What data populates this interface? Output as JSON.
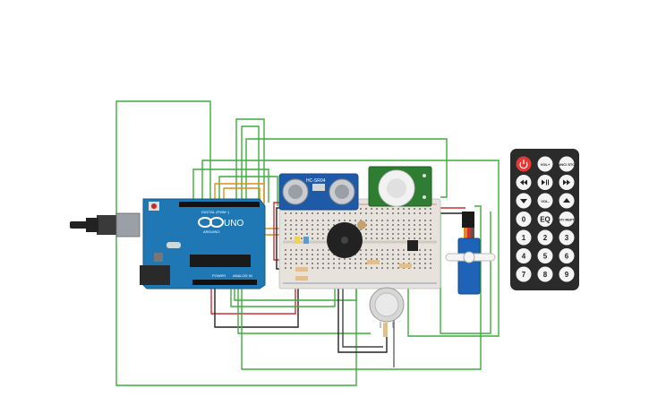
{
  "arduino": {
    "brand": "ARDUINO",
    "model": "UNO",
    "digital_label": "DIGITAL (PWM~)",
    "power_label": "POWER",
    "analog_label": "ANALOG IN"
  },
  "ultrasonic": {
    "label": "HC-SR04"
  },
  "pir": {
    "label": "PIR"
  },
  "remote": {
    "keys": [
      {
        "label": "",
        "icon": "power-icon",
        "color": "#e53935"
      },
      {
        "label": "VOL+"
      },
      {
        "label": "FUNC/ STOP"
      },
      {
        "label": "",
        "icon": "rewind-icon"
      },
      {
        "label": "",
        "icon": "play-pause-icon"
      },
      {
        "label": "",
        "icon": "fast-forward-icon"
      },
      {
        "label": "",
        "icon": "down-arrow-icon"
      },
      {
        "label": "VOL-"
      },
      {
        "label": "",
        "icon": "up-arrow-icon"
      },
      {
        "label": "0"
      },
      {
        "label": "EQ"
      },
      {
        "label": "ST/ REPT"
      },
      {
        "label": "1"
      },
      {
        "label": "2"
      },
      {
        "label": "3"
      },
      {
        "label": "4"
      },
      {
        "label": "5"
      },
      {
        "label": "6"
      },
      {
        "label": "7"
      },
      {
        "label": "8"
      },
      {
        "label": "9"
      }
    ]
  },
  "colors": {
    "wire_green": "#3cae3c",
    "wire_red": "#d32f2f",
    "wire_black": "#222222",
    "wire_orange": "#e08a1e",
    "arduino_blue": "#1f78b4",
    "sensor_blue": "#1e5aa8",
    "pir_green": "#2e7d32",
    "servo_blue": "#1e63b8",
    "remote_body": "#2b2b2b"
  }
}
